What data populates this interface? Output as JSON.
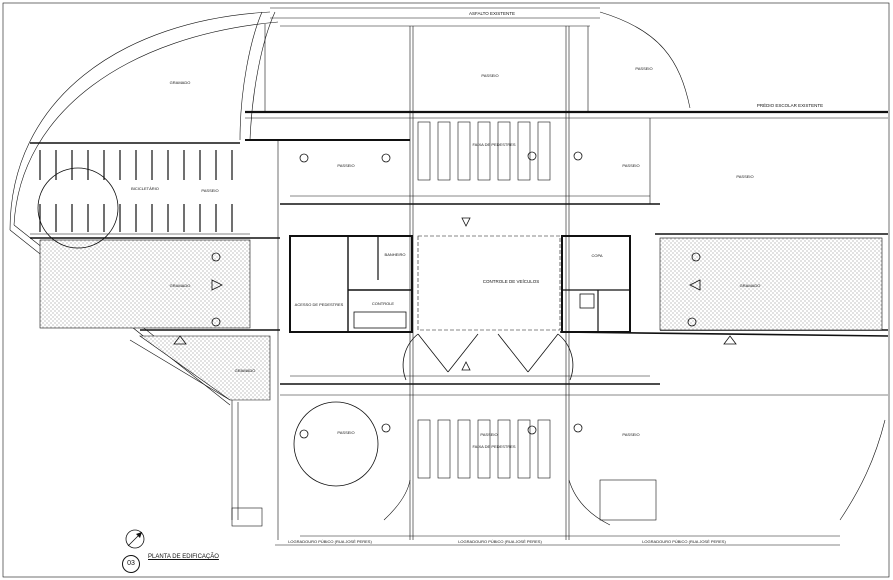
{
  "labels": {
    "asfalto": "ASFALTO EXISTENTE",
    "gramado_top": "GRAMADO",
    "passeio_top": "PASSEIO",
    "passeio_top_right": "PASSEIO",
    "predio": "PRÉDIO ESCOLAR EXISTENTE",
    "faixa_top": "FAIXA DE PEDESTRES",
    "passeio_upper_left": "PASSEIO",
    "passeio_upper_right": "PASSEIO",
    "passeio_far_right": "PASSEIO",
    "bicicletario": "BICICLETÁRIO",
    "passeio_bike": "PASSEIO",
    "gramado_left": "GRAMADO",
    "gramado_right": "GRAMADO",
    "gramado_low": "GRAMADO",
    "acesso": "ACESSO DE PEDESTRES",
    "controle": "CONTROLE",
    "banheiro": "BANHEIRO",
    "controle_veiculos": "CONTROLE DE VEÍCULOS",
    "copa": "COPA",
    "passeio_low_left": "PASSEIO",
    "passeio_low_mid": "PASSEIO",
    "faixa_bottom": "FAIXA DE PEDESTRES",
    "passeio_low_right": "PASSEIO",
    "logradouro_left": "LOGRADOURO PÚBICO (RUA JOSÉ PERES)",
    "logradouro_mid": "LOGRADOURO PÚBICO (RUA JOSÉ PERES)",
    "logradouro_right": "LOGRADOURO PÚBICO (RUA JOSÉ PERES)"
  },
  "title": {
    "number": "03",
    "text": "PLANTA DE EDIFICAÇÃO"
  },
  "colors": {
    "line": "#111111",
    "hatch": "#bdbdbd"
  }
}
